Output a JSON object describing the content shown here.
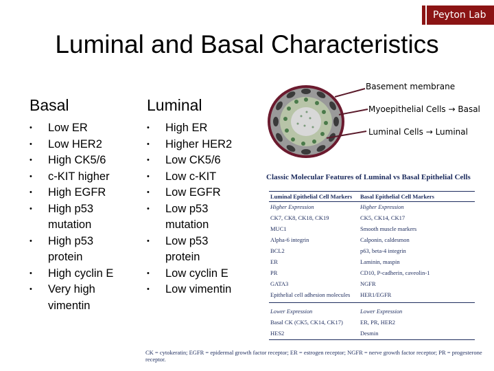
{
  "lab_tag": "Peyton Lab",
  "title": "Luminal and Basal Characteristics",
  "basal": {
    "heading": "Basal",
    "items": [
      "Low ER",
      "Low HER2",
      "High CK5/6",
      "c-KIT higher",
      "High EGFR",
      "High p53 mutation",
      "High p53 protein",
      "High cyclin E",
      "Very high vimentin"
    ]
  },
  "luminal": {
    "heading": "Luminal",
    "items": [
      "High ER",
      "Higher HER2",
      "Low CK5/6",
      "Low c-KIT",
      "Low EGFR",
      "Low p53 mutation",
      "Low p53 protein",
      "Low cyclin E",
      "Low vimentin"
    ]
  },
  "diagram": {
    "basement_label": "Basement membrane",
    "myo_label": "Myoepithelial Cells → Basal",
    "luminal_label": "Luminal Cells → Luminal"
  },
  "table": {
    "title": "Classic Molecular Features of Luminal vs Basal Epithelial Cells",
    "col1_header": "Luminal Epithelial Cell Markers",
    "col2_header": "Basal Epithelial Cell Markers",
    "higher_label": "Higher Expression",
    "lower_label": "Lower Expression",
    "higher_rows": [
      [
        "CK7, CK8, CK18, CK19",
        "CK5, CK14, CK17"
      ],
      [
        "MUC1",
        "Smooth muscle markers"
      ],
      [
        "Alpha-6 integrin",
        "Calponin, caldesmon"
      ],
      [
        "BCL2",
        "p63, beta-4 integrin"
      ],
      [
        "ER",
        "Laminin, maspin"
      ],
      [
        "PR",
        "CD10, P-cadherin, caveolin-1"
      ],
      [
        "GATA3",
        "NGFR"
      ],
      [
        "Epithelial cell adhesion molecules",
        "HER1/EGFR"
      ]
    ],
    "lower_rows": [
      [
        "Basal CK (CK5, CK14, CK17)",
        "ER, PR, HER2"
      ],
      [
        "HES2",
        "Desmin"
      ]
    ]
  },
  "footnote": "CK = cytokeratin; EGFR = epidermal growth factor receptor; ER = estrogen receptor; NGFR = nerve growth factor receptor; PR = progesterone receptor."
}
